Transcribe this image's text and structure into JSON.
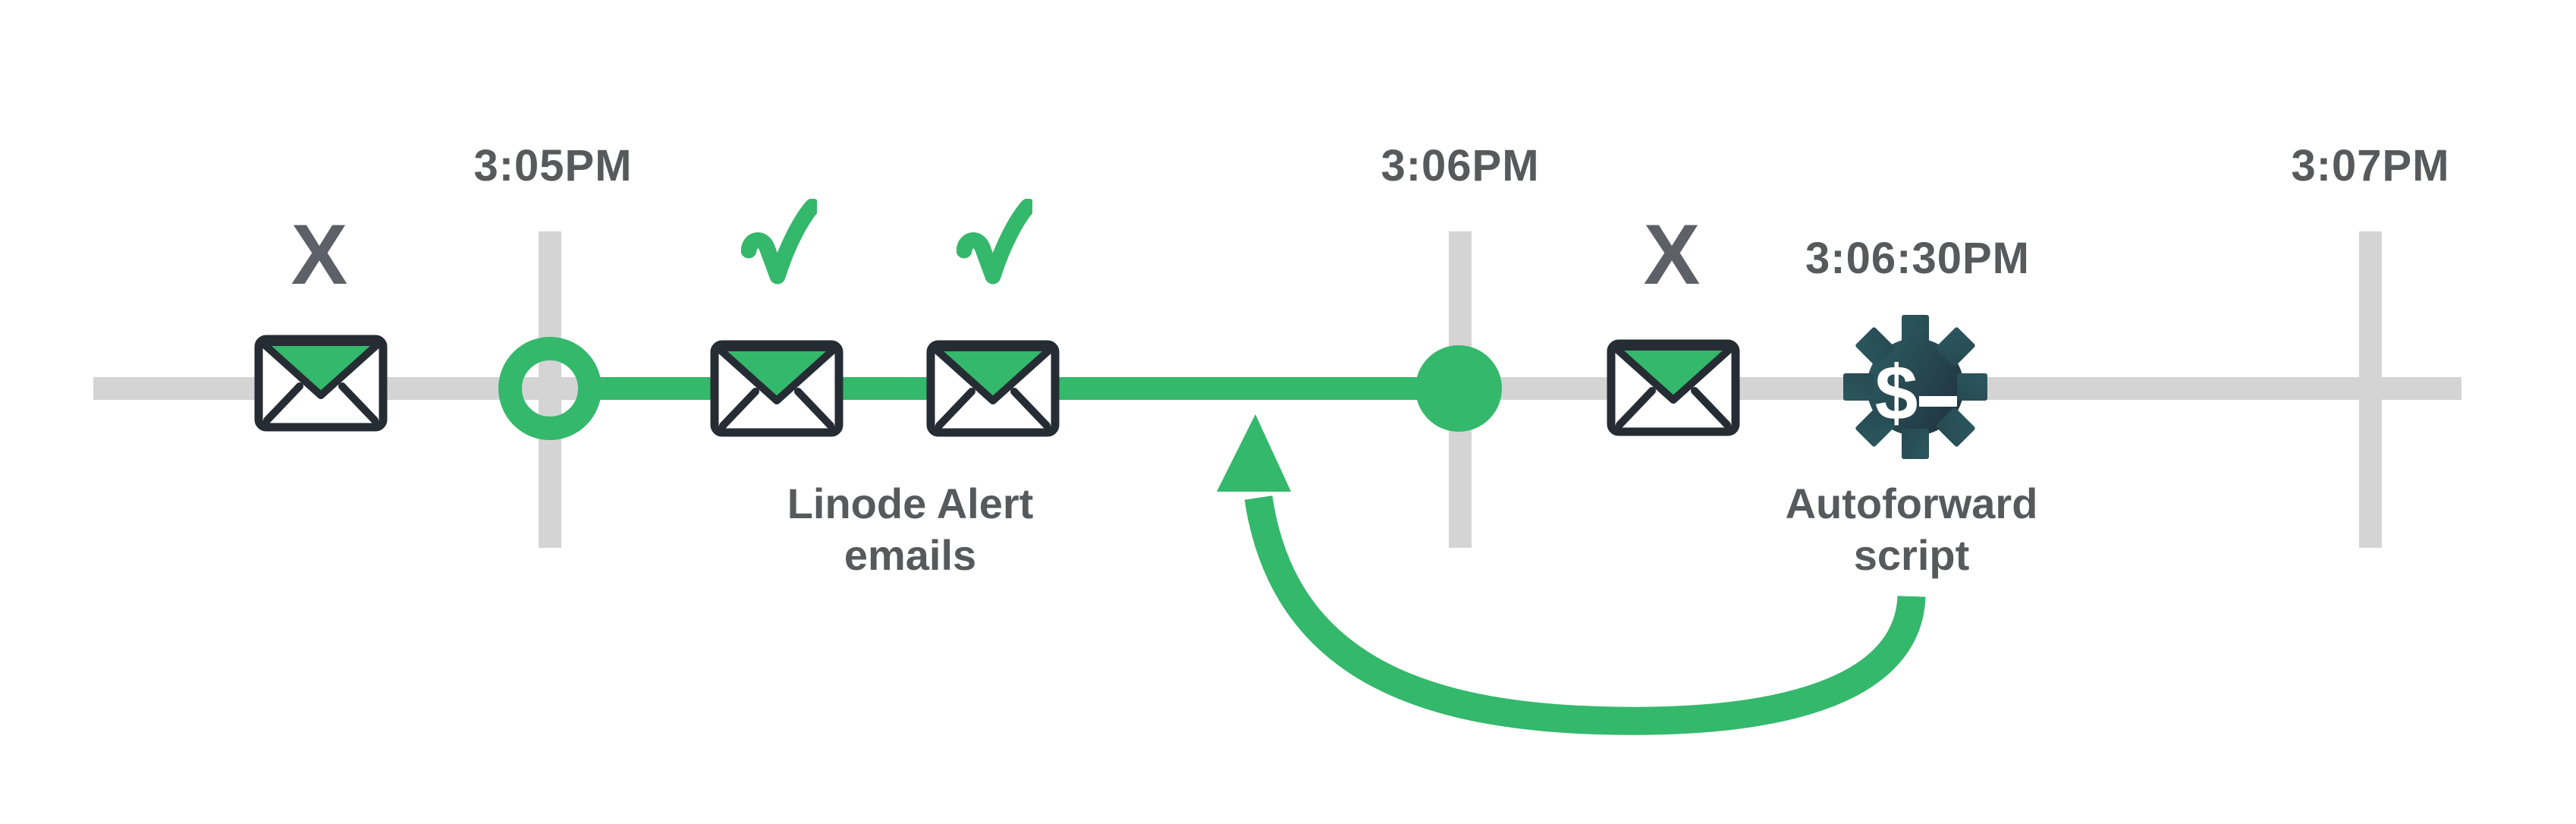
{
  "diagram": {
    "background": "#ffffff",
    "timeline": {
      "ticks": [
        {
          "label": "3:05PM"
        },
        {
          "label": "3:06PM"
        },
        {
          "label": "3:07PM"
        }
      ]
    },
    "annotations": {
      "event_time": "3:06:30PM",
      "linode_label": {
        "line1": "Linode Alert",
        "line2": "emails"
      },
      "autoforward_label": {
        "line1": "Autoforward",
        "line2": "script"
      }
    },
    "icons": {
      "blocked_glyph": "X",
      "dollar_glyph": "$",
      "envelope": "envelope-icon",
      "check": "check-icon",
      "gear": "gear-terminal-icon",
      "arrow": "curved-arrow-icon"
    },
    "colors": {
      "green": "#34b86b",
      "track_gray": "#d4d4d5",
      "text_gray": "#58595b",
      "x_gray": "#5d6167",
      "envelope_outline": "#262c33",
      "gear_gradient_start": "#2f6368",
      "gear_gradient_end": "#1d2a37"
    }
  }
}
